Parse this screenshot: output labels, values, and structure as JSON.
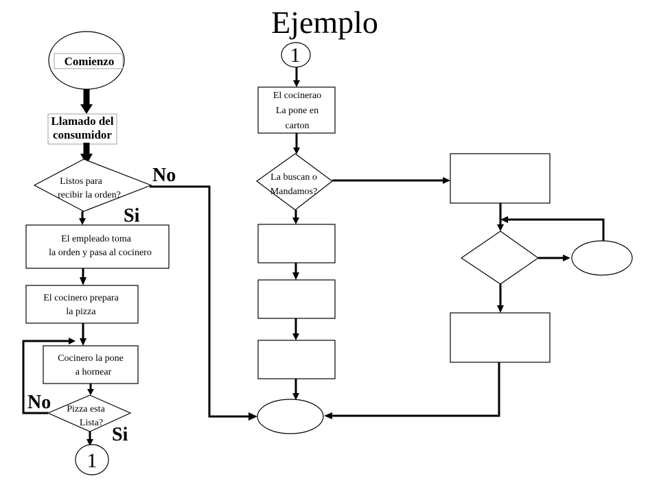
{
  "title": "Ejemplo",
  "left_column": {
    "start": "Comienzo",
    "call": [
      "Llamado del",
      "consumidor"
    ],
    "ready_decision": [
      "Listos para",
      "recibir la orden?"
    ],
    "no_label_top": "No",
    "si_label_top": "Si",
    "employee": [
      "El empleado toma",
      "la orden y pasa al cocinero"
    ],
    "cook_prepares": [
      "El cocinero prepara",
      "la pizza"
    ],
    "cook_oven": [
      "Cocinero la pone",
      "a hornear"
    ],
    "pizza_decision": [
      "Pizza esta",
      "Lista?"
    ],
    "no_label_bottom": "No",
    "si_label_bottom": "Si",
    "connector_bottom": "1"
  },
  "middle_column": {
    "connector_top": "1",
    "box_cook": [
      "El cocinerao",
      "La pone en",
      "carton"
    ],
    "pickup_decision": [
      "La buscan o",
      "Mandamos?"
    ]
  }
}
